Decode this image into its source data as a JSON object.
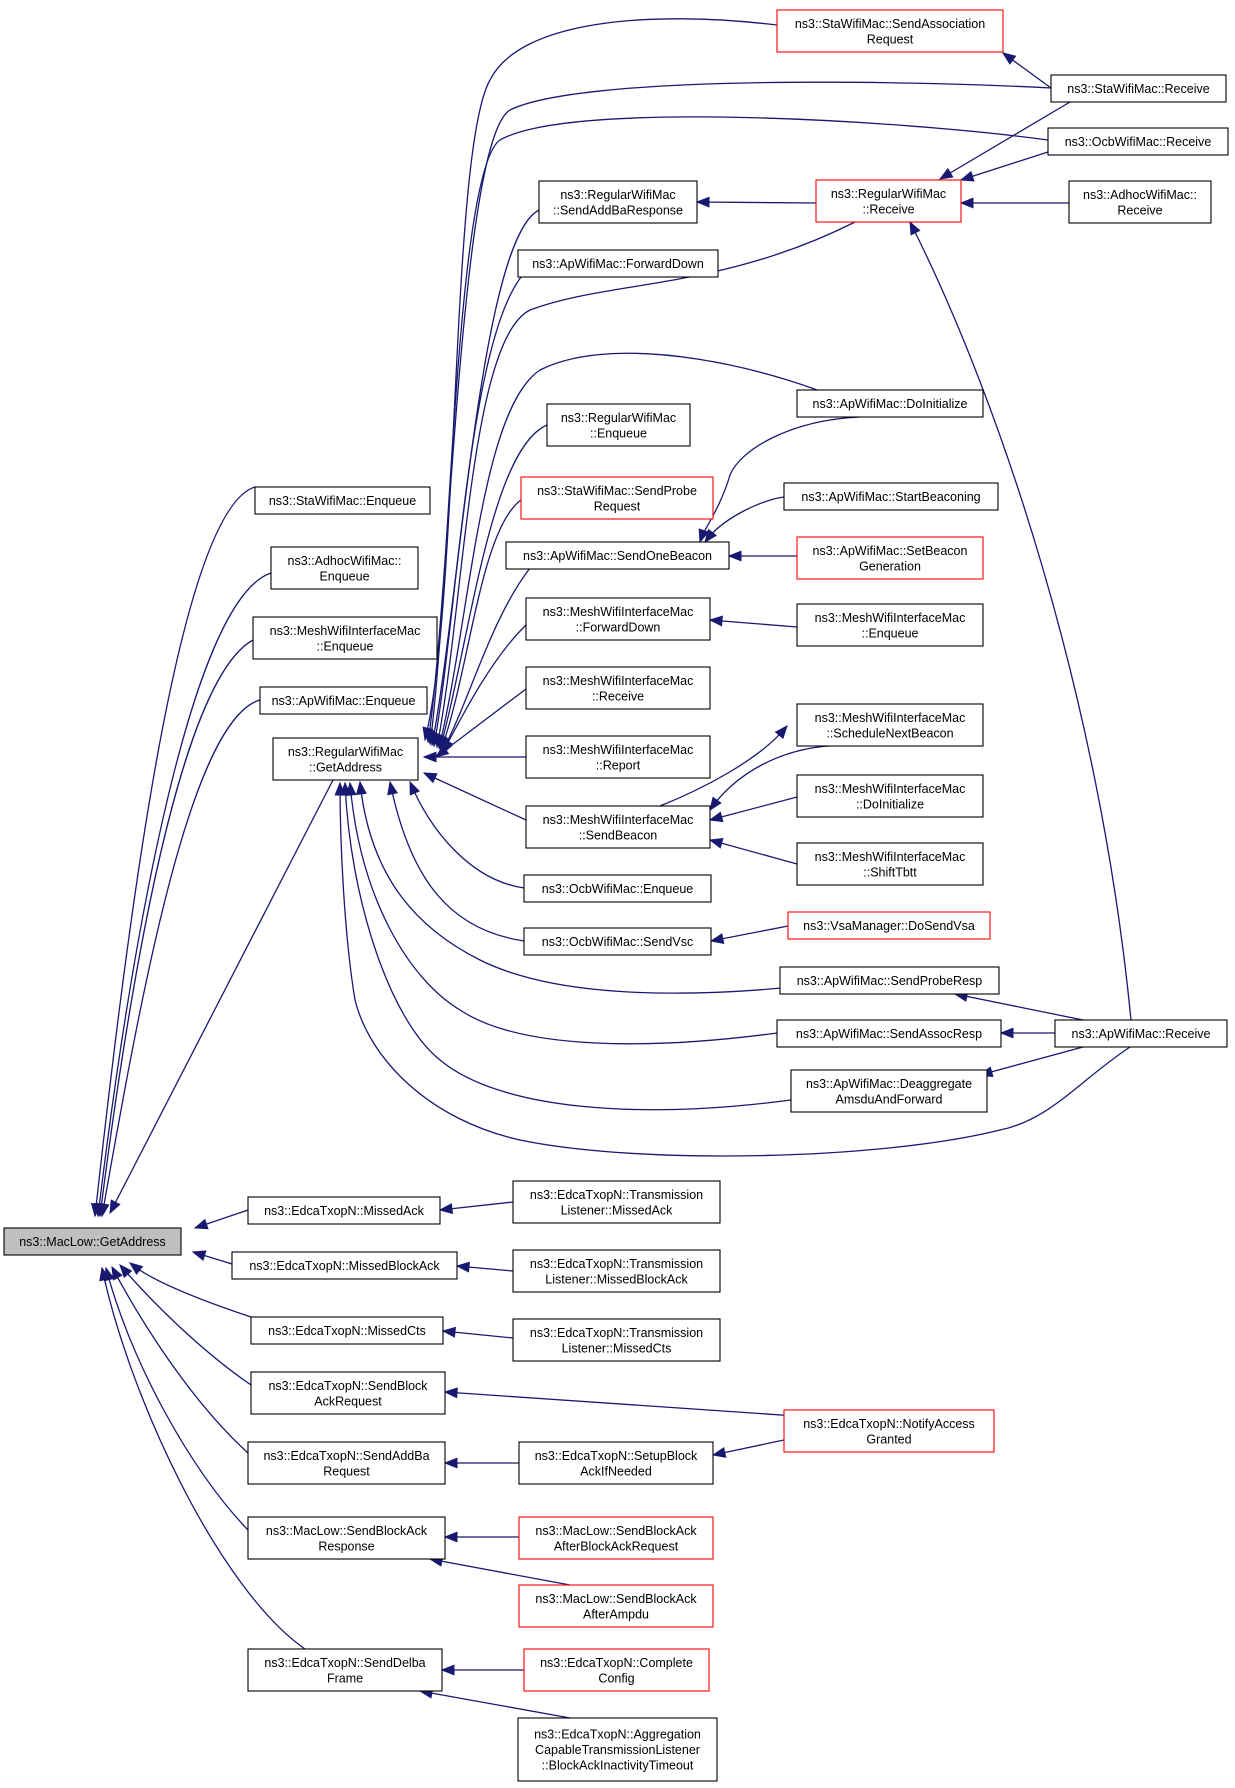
{
  "graph": {
    "root": "ns3::MacLow::GetAddress",
    "nodes": [
      {
        "id": "root",
        "lines": [
          "ns3::MacLow::GetAddress"
        ],
        "border": "black",
        "fill": "grey"
      },
      {
        "id": "staEnq",
        "lines": [
          "ns3::StaWifiMac::Enqueue"
        ],
        "border": "black"
      },
      {
        "id": "adhEnq",
        "lines": [
          "ns3::AdhocWifiMac::",
          "Enqueue"
        ],
        "border": "black"
      },
      {
        "id": "meshEnq",
        "lines": [
          "ns3::MeshWifiInterfaceMac",
          "::Enqueue"
        ],
        "border": "black"
      },
      {
        "id": "apEnq",
        "lines": [
          "ns3::ApWifiMac::Enqueue"
        ],
        "border": "black"
      },
      {
        "id": "regGA",
        "lines": [
          "ns3::RegularWifiMac",
          "::GetAddress"
        ],
        "border": "black"
      },
      {
        "id": "missAck",
        "lines": [
          "ns3::EdcaTxopN::MissedAck"
        ],
        "border": "black"
      },
      {
        "id": "missBA",
        "lines": [
          "ns3::EdcaTxopN::MissedBlockAck"
        ],
        "border": "black"
      },
      {
        "id": "missCts",
        "lines": [
          "ns3::EdcaTxopN::MissedCts"
        ],
        "border": "black"
      },
      {
        "id": "sendBAR",
        "lines": [
          "ns3::EdcaTxopN::SendBlock",
          "AckRequest"
        ],
        "border": "black"
      },
      {
        "id": "sendABR",
        "lines": [
          "ns3::EdcaTxopN::SendAddBa",
          "Request"
        ],
        "border": "black"
      },
      {
        "id": "mlSBAR",
        "lines": [
          "ns3::MacLow::SendBlockAck",
          "Response"
        ],
        "border": "black"
      },
      {
        "id": "delba",
        "lines": [
          "ns3::EdcaTxopN::SendDelba",
          "Frame"
        ],
        "border": "black"
      },
      {
        "id": "regSABR",
        "lines": [
          "ns3::RegularWifiMac",
          "::SendAddBaResponse"
        ],
        "border": "black"
      },
      {
        "id": "apFD",
        "lines": [
          "ns3::ApWifiMac::ForwardDown"
        ],
        "border": "black"
      },
      {
        "id": "regEnq",
        "lines": [
          "ns3::RegularWifiMac",
          "::Enqueue"
        ],
        "border": "black"
      },
      {
        "id": "staSPR",
        "lines": [
          "ns3::StaWifiMac::SendProbe",
          "Request"
        ],
        "border": "red"
      },
      {
        "id": "apSOB",
        "lines": [
          "ns3::ApWifiMac::SendOneBeacon"
        ],
        "border": "black"
      },
      {
        "id": "meshFD",
        "lines": [
          "ns3::MeshWifiInterfaceMac",
          "::ForwardDown"
        ],
        "border": "black"
      },
      {
        "id": "meshRecv",
        "lines": [
          "ns3::MeshWifiInterfaceMac",
          "::Receive"
        ],
        "border": "black"
      },
      {
        "id": "meshRep",
        "lines": [
          "ns3::MeshWifiInterfaceMac",
          "::Report"
        ],
        "border": "black"
      },
      {
        "id": "meshSB",
        "lines": [
          "ns3::MeshWifiInterfaceMac",
          "::SendBeacon"
        ],
        "border": "black"
      },
      {
        "id": "ocbEnq",
        "lines": [
          "ns3::OcbWifiMac::Enqueue"
        ],
        "border": "black"
      },
      {
        "id": "ocbVsc",
        "lines": [
          "ns3::OcbWifiMac::SendVsc"
        ],
        "border": "black"
      },
      {
        "id": "staSAR",
        "lines": [
          "ns3::StaWifiMac::SendAssociation",
          "Request"
        ],
        "border": "red"
      },
      {
        "id": "regRecv",
        "lines": [
          "ns3::RegularWifiMac",
          "::Receive"
        ],
        "border": "red"
      },
      {
        "id": "apDI",
        "lines": [
          "ns3::ApWifiMac::DoInitialize"
        ],
        "border": "black"
      },
      {
        "id": "apSBcn",
        "lines": [
          "ns3::ApWifiMac::StartBeaconing"
        ],
        "border": "black"
      },
      {
        "id": "apSBG",
        "lines": [
          "ns3::ApWifiMac::SetBeacon",
          "Generation"
        ],
        "border": "red"
      },
      {
        "id": "meshEnq2",
        "lines": [
          "ns3::MeshWifiInterfaceMac",
          "::Enqueue"
        ],
        "border": "black"
      },
      {
        "id": "meshSNB",
        "lines": [
          "ns3::MeshWifiInterfaceMac",
          "::ScheduleNextBeacon"
        ],
        "border": "black"
      },
      {
        "id": "meshDI",
        "lines": [
          "ns3::MeshWifiInterfaceMac",
          "::DoInitialize"
        ],
        "border": "black"
      },
      {
        "id": "meshST",
        "lines": [
          "ns3::MeshWifiInterfaceMac",
          "::ShiftTbtt"
        ],
        "border": "black"
      },
      {
        "id": "vsaDo",
        "lines": [
          "ns3::VsaManager::DoSendVsa"
        ],
        "border": "red"
      },
      {
        "id": "apSPR",
        "lines": [
          "ns3::ApWifiMac::SendProbeResp"
        ],
        "border": "black"
      },
      {
        "id": "apSAR",
        "lines": [
          "ns3::ApWifiMac::SendAssocResp"
        ],
        "border": "black"
      },
      {
        "id": "apDAF",
        "lines": [
          "ns3::ApWifiMac::Deaggregate",
          "AmsduAndForward"
        ],
        "border": "black"
      },
      {
        "id": "staRecv",
        "lines": [
          "ns3::StaWifiMac::Receive"
        ],
        "border": "black"
      },
      {
        "id": "ocbRecv",
        "lines": [
          "ns3::OcbWifiMac::Receive"
        ],
        "border": "black"
      },
      {
        "id": "adhRecv",
        "lines": [
          "ns3::AdhocWifiMac::",
          "Receive"
        ],
        "border": "black"
      },
      {
        "id": "apRecv",
        "lines": [
          "ns3::ApWifiMac::Receive"
        ],
        "border": "black"
      },
      {
        "id": "tlMA",
        "lines": [
          "ns3::EdcaTxopN::Transmission",
          "Listener::MissedAck"
        ],
        "border": "black"
      },
      {
        "id": "tlMBA",
        "lines": [
          "ns3::EdcaTxopN::Transmission",
          "Listener::MissedBlockAck"
        ],
        "border": "black"
      },
      {
        "id": "tlMC",
        "lines": [
          "ns3::EdcaTxopN::Transmission",
          "Listener::MissedCts"
        ],
        "border": "black"
      },
      {
        "id": "notifyAG",
        "lines": [
          "ns3::EdcaTxopN::NotifyAccess",
          "Granted"
        ],
        "border": "red"
      },
      {
        "id": "setupBA",
        "lines": [
          "ns3::EdcaTxopN::SetupBlock",
          "AckIfNeeded"
        ],
        "border": "black"
      },
      {
        "id": "mlABR",
        "lines": [
          "ns3::MacLow::SendBlockAck",
          "AfterBlockAckRequest"
        ],
        "border": "red"
      },
      {
        "id": "mlAA",
        "lines": [
          "ns3::MacLow::SendBlockAck",
          "AfterAmpdu"
        ],
        "border": "red"
      },
      {
        "id": "compCfg",
        "lines": [
          "ns3::EdcaTxopN::Complete",
          "Config"
        ],
        "border": "red"
      },
      {
        "id": "aggTL",
        "lines": [
          "ns3::EdcaTxopN::Aggregation",
          "CapableTransmissionListener",
          "::BlockAckInactivityTimeout"
        ],
        "border": "black"
      }
    ],
    "edges": [
      [
        "staEnq",
        "root"
      ],
      [
        "adhEnq",
        "root"
      ],
      [
        "meshEnq",
        "root"
      ],
      [
        "apEnq",
        "root"
      ],
      [
        "regGA",
        "root"
      ],
      [
        "missAck",
        "root"
      ],
      [
        "missBA",
        "root"
      ],
      [
        "missCts",
        "root"
      ],
      [
        "sendBAR",
        "root"
      ],
      [
        "sendABR",
        "root"
      ],
      [
        "mlSBAR",
        "root"
      ],
      [
        "delba",
        "root"
      ],
      [
        "staSAR",
        "regGA"
      ],
      [
        "staRecv",
        "regGA"
      ],
      [
        "ocbRecv",
        "regGA"
      ],
      [
        "regSABR",
        "regGA"
      ],
      [
        "apFD",
        "regGA"
      ],
      [
        "regRecv",
        "regGA"
      ],
      [
        "apDI",
        "regGA"
      ],
      [
        "regEnq",
        "regGA"
      ],
      [
        "staSPR",
        "regGA"
      ],
      [
        "apSOB",
        "regGA"
      ],
      [
        "meshFD",
        "regGA"
      ],
      [
        "meshRecv",
        "regGA"
      ],
      [
        "meshRep",
        "regGA"
      ],
      [
        "meshSB",
        "regGA"
      ],
      [
        "ocbEnq",
        "regGA"
      ],
      [
        "ocbVsc",
        "regGA"
      ],
      [
        "apSPR",
        "regGA"
      ],
      [
        "apSAR",
        "regGA"
      ],
      [
        "apDAF",
        "regGA"
      ],
      [
        "apRecv",
        "regGA"
      ],
      [
        "staRecv",
        "staSAR"
      ],
      [
        "regRecv",
        "regSABR"
      ],
      [
        "staRecv",
        "regRecv"
      ],
      [
        "ocbRecv",
        "regRecv"
      ],
      [
        "adhRecv",
        "regRecv"
      ],
      [
        "apRecv",
        "regRecv"
      ],
      [
        "apDI",
        "apSOB"
      ],
      [
        "apSBcn",
        "apSOB"
      ],
      [
        "apSBG",
        "apSOB"
      ],
      [
        "meshEnq2",
        "meshFD"
      ],
      [
        "meshSB",
        "meshSNB"
      ],
      [
        "meshSNB",
        "meshSB"
      ],
      [
        "meshDI",
        "meshSB"
      ],
      [
        "meshST",
        "meshSB"
      ],
      [
        "vsaDo",
        "ocbVsc"
      ],
      [
        "apRecv",
        "apSPR"
      ],
      [
        "apRecv",
        "apSAR"
      ],
      [
        "apRecv",
        "apDAF"
      ],
      [
        "tlMA",
        "missAck"
      ],
      [
        "tlMBA",
        "missBA"
      ],
      [
        "tlMC",
        "missCts"
      ],
      [
        "notifyAG",
        "sendBAR"
      ],
      [
        "setupBA",
        "sendABR"
      ],
      [
        "notifyAG",
        "setupBA"
      ],
      [
        "mlABR",
        "mlSBAR"
      ],
      [
        "mlAA",
        "mlSBAR"
      ],
      [
        "compCfg",
        "delba"
      ],
      [
        "aggTL",
        "delba"
      ]
    ]
  }
}
